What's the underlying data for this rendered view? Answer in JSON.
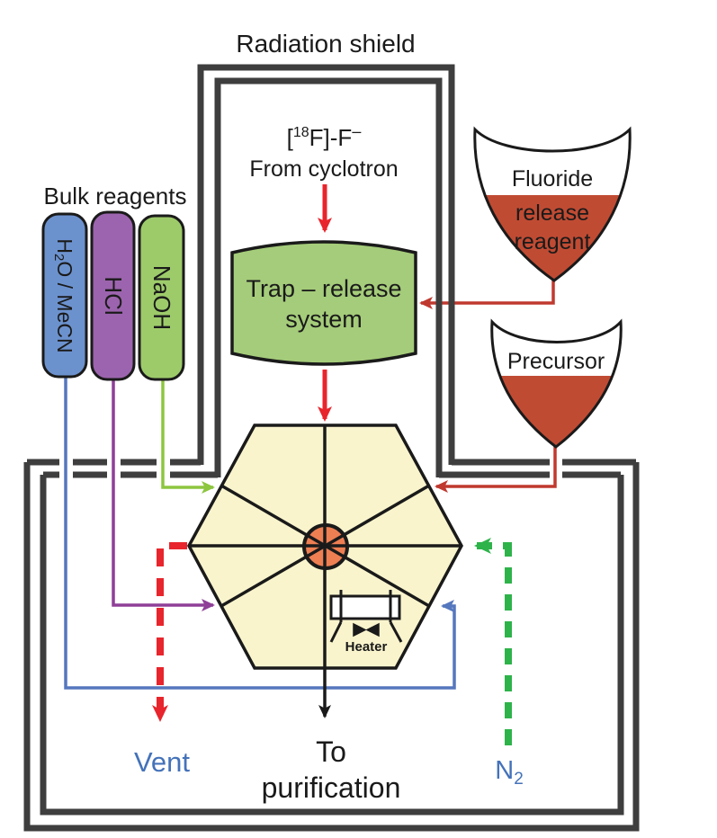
{
  "header": {
    "radiation_shield": "Radiation shield"
  },
  "cyclotron": {
    "open": "[",
    "iso": "18",
    "mid": "F]-F",
    "charge": "–",
    "line2": "From cyclotron"
  },
  "trap": {
    "line1": "Trap – release",
    "line2": "system"
  },
  "flasks": {
    "fluoride": {
      "line1": "Fluoride",
      "line2": "release",
      "line3": "reagent"
    },
    "precursor": {
      "label": "Precursor"
    }
  },
  "bulk": {
    "title": "Bulk reagents",
    "pills": [
      {
        "label": "H2O / MeCN",
        "parts": [
          "H",
          "2",
          "O / MeCN"
        ]
      },
      {
        "label": "HCl"
      },
      {
        "label": "NaOH"
      }
    ]
  },
  "reactor": {
    "heater": "Heater"
  },
  "outputs": {
    "vent": "Vent",
    "to_line1": "To",
    "to_line2": "purification",
    "n2_sym": "N",
    "n2_sub": "2"
  },
  "colors": {
    "border": "#3E3E3E",
    "black": "#1A1A1A",
    "bright_red": "#E8252C",
    "crimson": "#C0392F",
    "liquid": "#C04B33",
    "yellow_green": "#8DC63F",
    "pill_green": "#9DCB6A",
    "trap_green": "#A5CC7A",
    "purple_line": "#8F3F97",
    "pill_purple": "#9C64AE",
    "blue_line": "#5577BE",
    "pill_blue": "#6C92CE",
    "label_blue": "#4472B9",
    "n2_green": "#2EB34A",
    "hex_fill": "#F9F4CC",
    "hex_center": "#EE7F53",
    "white": "#FFFFFF"
  }
}
